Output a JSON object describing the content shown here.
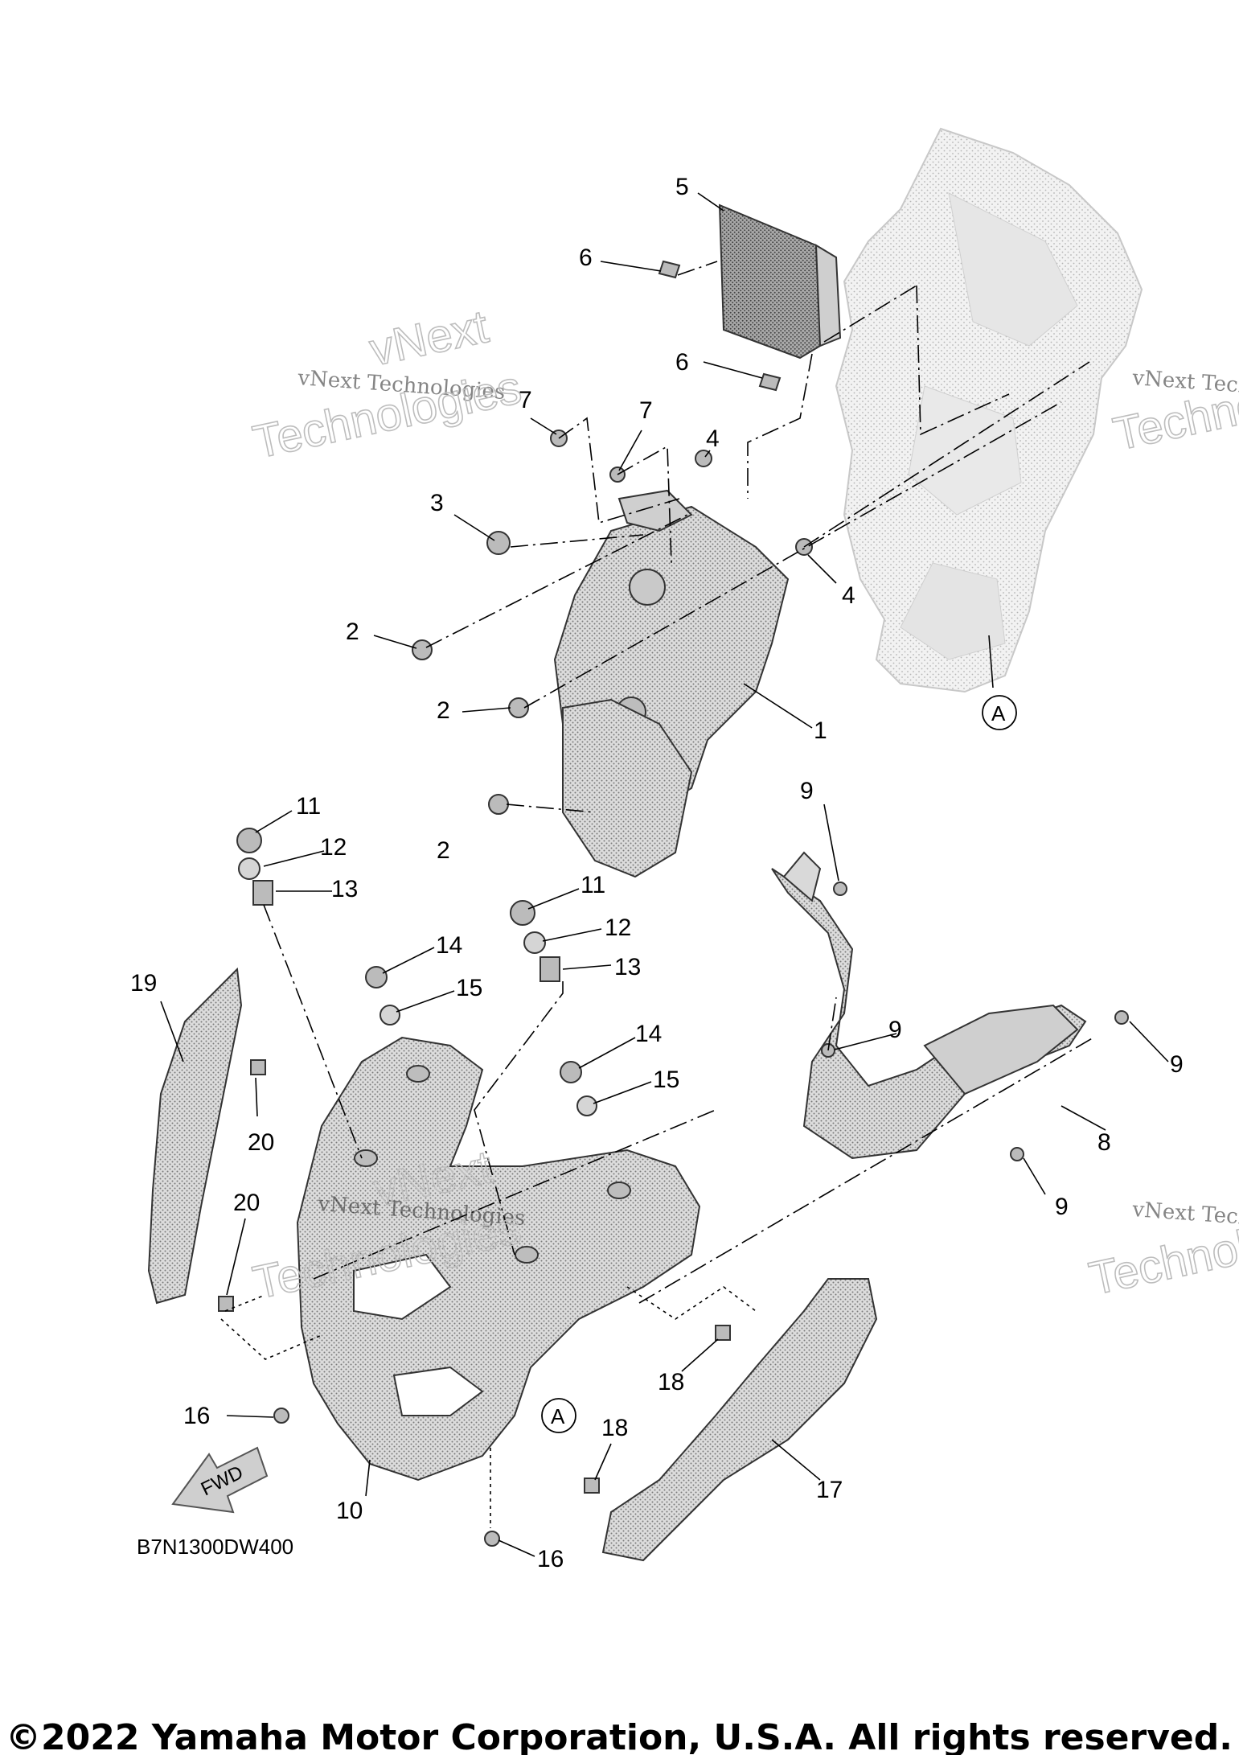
{
  "diagram": {
    "callouts": [
      {
        "id": "c5",
        "text": "5"
      },
      {
        "id": "c6a",
        "text": "6"
      },
      {
        "id": "c6b",
        "text": "6"
      },
      {
        "id": "c7a",
        "text": "7"
      },
      {
        "id": "c7b",
        "text": "7"
      },
      {
        "id": "c4a",
        "text": "4"
      },
      {
        "id": "c4b",
        "text": "4"
      },
      {
        "id": "c3",
        "text": "3"
      },
      {
        "id": "c2a",
        "text": "2"
      },
      {
        "id": "c2b",
        "text": "2"
      },
      {
        "id": "c2c",
        "text": "2"
      },
      {
        "id": "c1",
        "text": "1"
      },
      {
        "id": "cA1",
        "text": "A"
      },
      {
        "id": "c11a",
        "text": "11"
      },
      {
        "id": "c12a",
        "text": "12"
      },
      {
        "id": "c13a",
        "text": "13"
      },
      {
        "id": "c9a",
        "text": "9"
      },
      {
        "id": "c11b",
        "text": "11"
      },
      {
        "id": "c12b",
        "text": "12"
      },
      {
        "id": "c13b",
        "text": "13"
      },
      {
        "id": "c14a",
        "text": "14"
      },
      {
        "id": "c15a",
        "text": "15"
      },
      {
        "id": "c19",
        "text": "19"
      },
      {
        "id": "c14b",
        "text": "14"
      },
      {
        "id": "c15b",
        "text": "15"
      },
      {
        "id": "c9b",
        "text": "9"
      },
      {
        "id": "c9c",
        "text": "9"
      },
      {
        "id": "c8",
        "text": "8"
      },
      {
        "id": "c9d",
        "text": "9"
      },
      {
        "id": "c20a",
        "text": "20"
      },
      {
        "id": "c20b",
        "text": "20"
      },
      {
        "id": "c18a",
        "text": "18"
      },
      {
        "id": "c16a",
        "text": "16"
      },
      {
        "id": "cA2",
        "text": "A"
      },
      {
        "id": "c18b",
        "text": "18"
      },
      {
        "id": "c17",
        "text": "17"
      },
      {
        "id": "c10",
        "text": "10"
      },
      {
        "id": "c16b",
        "text": "16"
      }
    ],
    "fwd_label": "FWD",
    "diagram_code": "B7N1300DW400",
    "copyright": "©2022 Yamaha Motor Corporation, U.S.A. All rights reserved.",
    "watermark_small": "vNext Technologies",
    "watermark_big_1": "vNext",
    "watermark_big_2": "Technologies",
    "colors": {
      "part_light": "#e6e6e6",
      "part_mid": "#bdbdbd",
      "part_dark": "#8c8c8c",
      "frame_ghost": "#f1f1f1"
    }
  }
}
